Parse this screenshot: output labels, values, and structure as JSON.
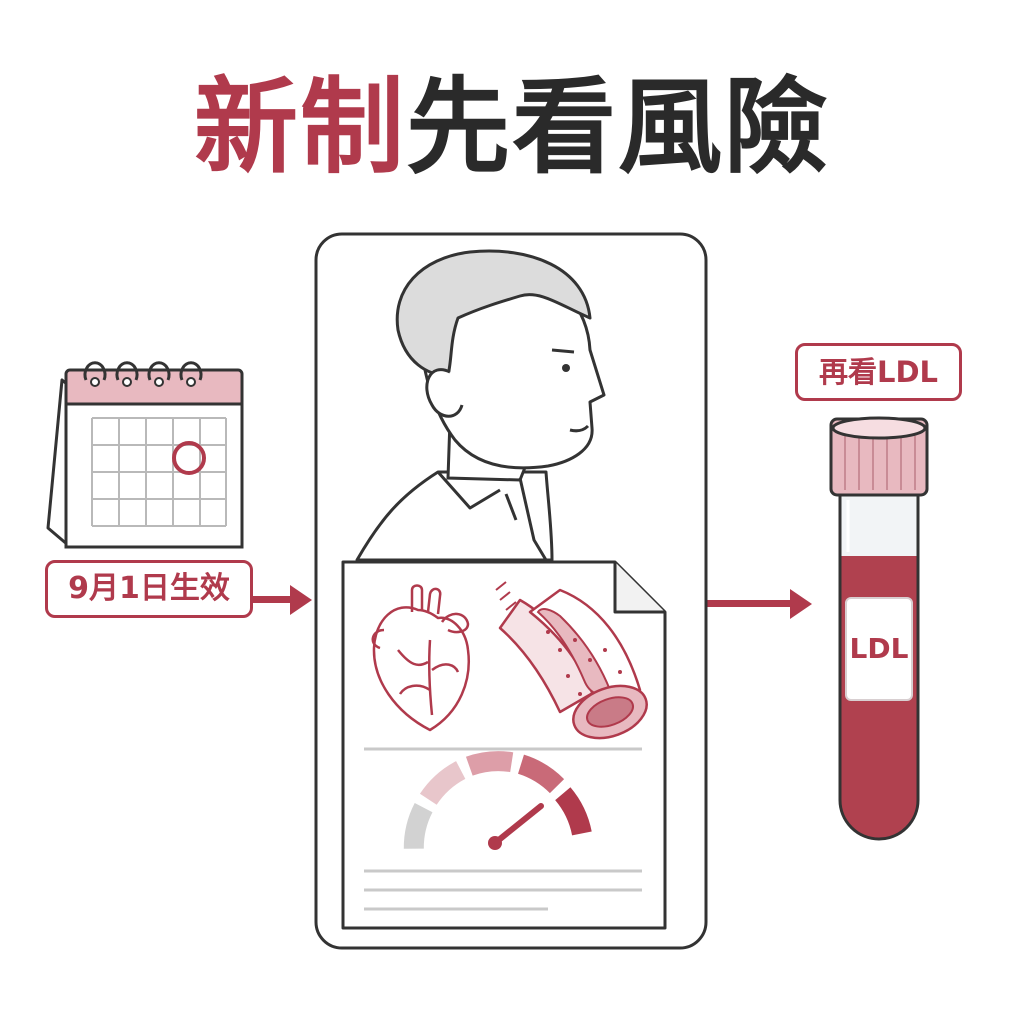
{
  "title": {
    "accent_text": "新制",
    "main_text": "先看風險"
  },
  "calendar": {
    "label": "9月1日生效",
    "icon": "calendar-icon"
  },
  "center_panel": {
    "icons": [
      "person-profile-icon",
      "heart-icon",
      "artery-plaque-icon",
      "risk-gauge-icon",
      "document-icon"
    ]
  },
  "test_tube": {
    "label": "再看LDL",
    "tube_text": "LDL",
    "icon": "blood-test-tube-icon"
  },
  "colors": {
    "accent": "#b03a4c",
    "dark": "#2a2a2a",
    "blood": "#b0414f",
    "light_pink": "#e8b9c0"
  }
}
